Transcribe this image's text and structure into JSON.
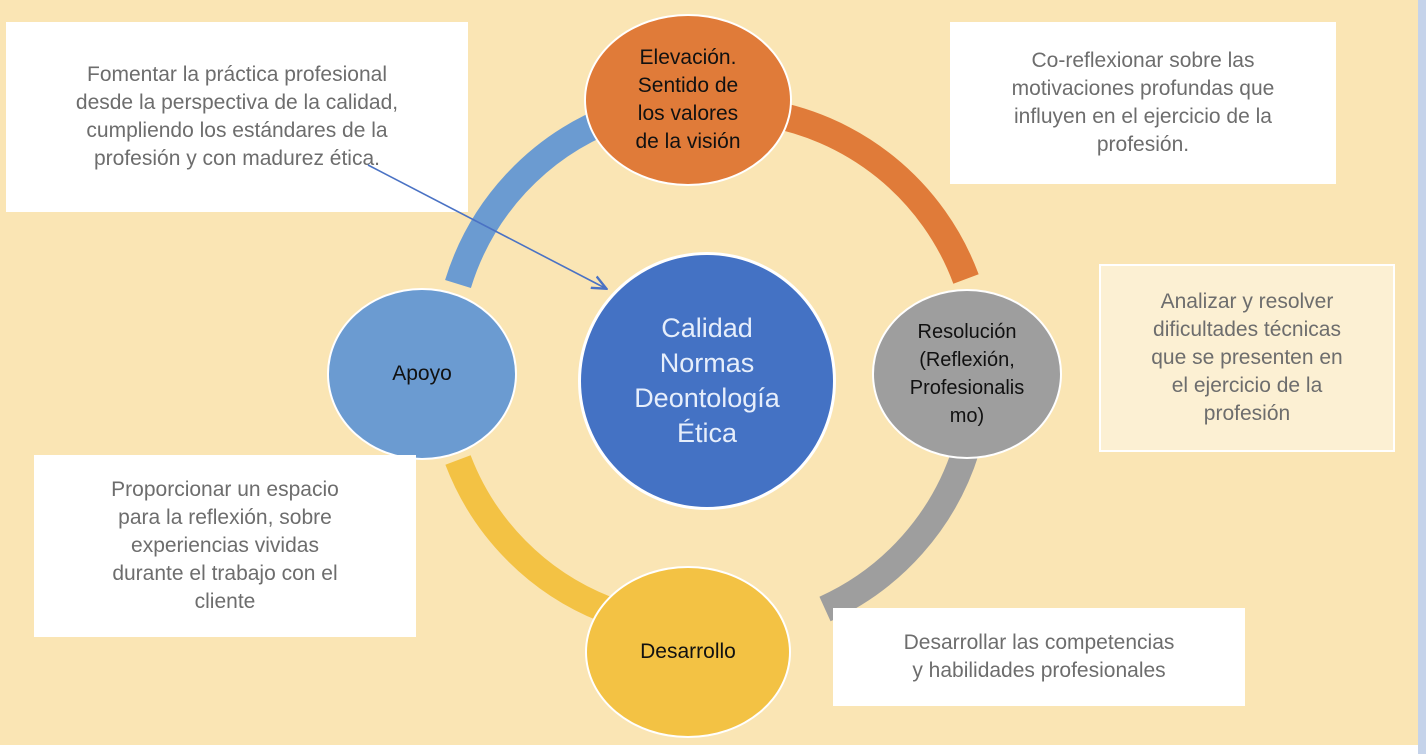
{
  "colors": {
    "background": "#fae5b4",
    "top_node": "#e07b39",
    "right_node": "#9e9e9e",
    "bottom_node": "#f3c244",
    "left_node": "#6b9bd1",
    "center_node": "#4472c4",
    "arc_top_right": "#e07b39",
    "arc_right_bottom": "#9e9e9e",
    "arc_bottom_left": "#f3c244",
    "arc_left_top": "#6b9bd1",
    "pointer_arrow": "#4a72c4"
  },
  "center": {
    "label": "Calidad\nNormas\nDeontología\nÉtica"
  },
  "nodes": {
    "top": {
      "label": "Elevación.\nSentido de\nlos valores\nde la visión"
    },
    "right": {
      "label": "Resolución\n(Reflexión,\nProfesionalis\nmo)"
    },
    "bottom": {
      "label": "Desarrollo"
    },
    "left": {
      "label": "Apoyo"
    }
  },
  "notes": {
    "top_left": "Fomentar la práctica profesional\ndesde la perspectiva de la calidad,\ncumpliendo los estándares de la\nprofesión y con madurez ética.",
    "top_right": "Co-reflexionar sobre las\nmotivaciones profundas que\ninfluyen en el ejercicio de la\nprofesión.",
    "right": "Analizar y resolver\ndificultades técnicas\nque se presenten en\nel ejercicio de la\nprofesión",
    "bottom_left": "Proporcionar un espacio\npara la reflexión, sobre\nexperiencias vividas\ndurante el trabajo con el\ncliente",
    "bottom_right": "Desarrollar las competencias\ny habilidades profesionales"
  }
}
